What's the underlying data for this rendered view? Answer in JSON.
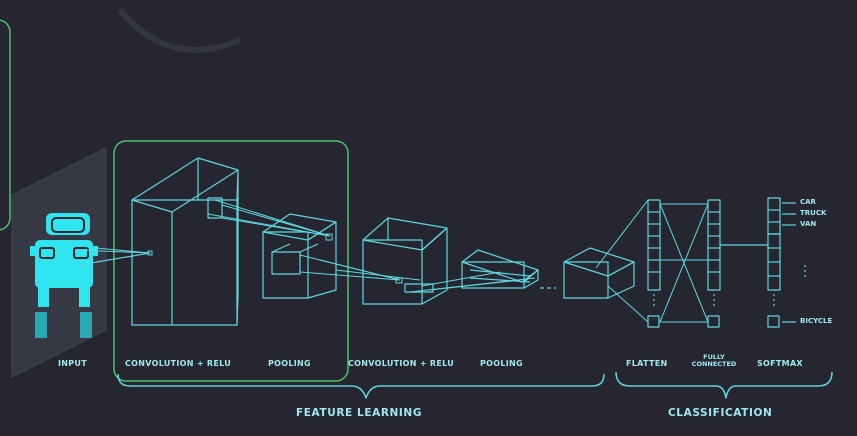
{
  "colors": {
    "background": "#25262f",
    "line": "#5fd6df",
    "car": "#2fe6f0",
    "highlight_box": "#4fc16a",
    "text": "#9fe8ee"
  },
  "stage_labels": {
    "input": "INPUT",
    "conv1": "CONVOLUTION + RELU",
    "pool1": "POOLING",
    "conv2": "CONVOLUTION + RELU",
    "pool2": "POOLING",
    "flatten": "FLATTEN",
    "fc_line1": "FULLY",
    "fc_line2": "CONNECTED",
    "softmax": "SOFTMAX"
  },
  "sections": {
    "feature_learning": "FEATURE LEARNING",
    "classification": "CLASSIFICATION"
  },
  "classes": {
    "car": "CAR",
    "truck": "TRUCK",
    "van": "VAN",
    "bicycle": "BICYCLE"
  },
  "icons": {
    "input_image": "car-icon"
  }
}
